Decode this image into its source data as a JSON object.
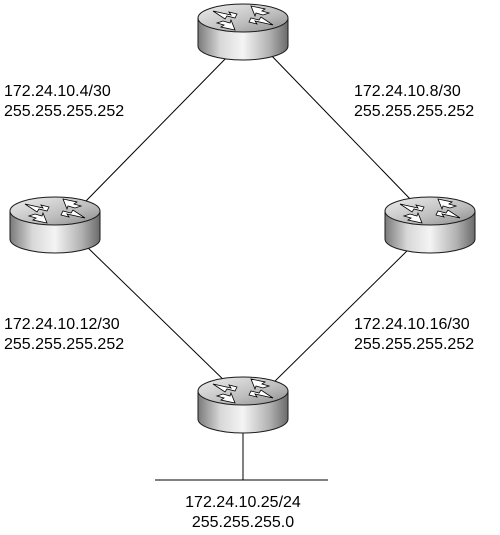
{
  "colors": {
    "line": "#000000",
    "router_light": "#f2f2f2",
    "router_mid": "#a8a8a8",
    "router_dark": "#5a5a5a",
    "router_outline": "#1a1a1a"
  },
  "icons": {
    "router": "router-icon"
  },
  "routers": [
    {
      "id": "top",
      "icon": "router-icon"
    },
    {
      "id": "left",
      "icon": "router-icon"
    },
    {
      "id": "right",
      "icon": "router-icon"
    },
    {
      "id": "bottom",
      "icon": "router-icon"
    }
  ],
  "links": [
    {
      "id": "top-left",
      "network": "172.24.10.4/30",
      "mask": "255.255.255.252"
    },
    {
      "id": "top-right",
      "network": "172.24.10.8/30",
      "mask": "255.255.255.252"
    },
    {
      "id": "left-bottom",
      "network": "172.24.10.12/30",
      "mask": "255.255.255.252"
    },
    {
      "id": "right-bottom",
      "network": "172.24.10.16/30",
      "mask": "255.255.255.252"
    }
  ],
  "lan": {
    "network": "172.24.10.25/24",
    "mask": "255.255.255.0"
  }
}
